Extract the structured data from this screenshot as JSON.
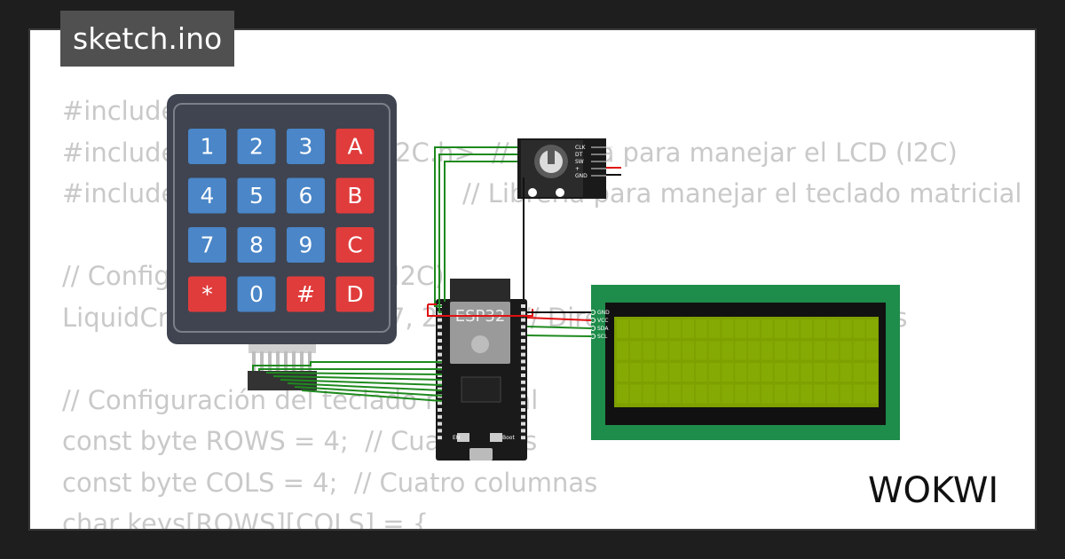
{
  "file_title": "sketch.ino",
  "code_lines": [
    "#include <Wire.h>",
    "#include <LiquidCrystal_I2C.h>  // Librería para manejar el LCD (I2C)",
    "#include <Keypad.h>              // Librería para manejar el teclado matricial",
    "",
    "// Configuración del LCD (I2C)",
    "LiquidCrystal_I2C lcd(0x27, 20, 4);  // Dirección y columnas y filas",
    "",
    "// Configuración del teclado matricial",
    "const byte ROWS = 4;  // Cuatro filas",
    "const byte COLS = 4;  // Cuatro columnas",
    "char keys[ROWS][COLS] = {"
  ],
  "keypad": {
    "rows": [
      [
        "1",
        "2",
        "3",
        "A"
      ],
      [
        "4",
        "5",
        "6",
        "B"
      ],
      [
        "7",
        "8",
        "9",
        "C"
      ],
      [
        "*",
        "0",
        "#",
        "D"
      ]
    ],
    "digit_color": "#4a86c8",
    "letter_color": "#e03c3c"
  },
  "encoder_pins": [
    "CLK",
    "DT",
    "SW",
    "+",
    "GND"
  ],
  "esp32_label": "ESP32",
  "esp32_buttons": [
    "EN",
    "Boot"
  ],
  "lcd_pins": [
    "GND",
    "VCC",
    "SDA",
    "SCL"
  ],
  "brand": "WOKWI",
  "colors": {
    "background": "#1e1e1e",
    "card": "#ffffff",
    "wire_green": "#1e8a1e",
    "wire_red": "#e01010",
    "wire_black": "#111111",
    "lcd_board": "#1e8c4a",
    "lcd_screen": "#7ea000"
  }
}
